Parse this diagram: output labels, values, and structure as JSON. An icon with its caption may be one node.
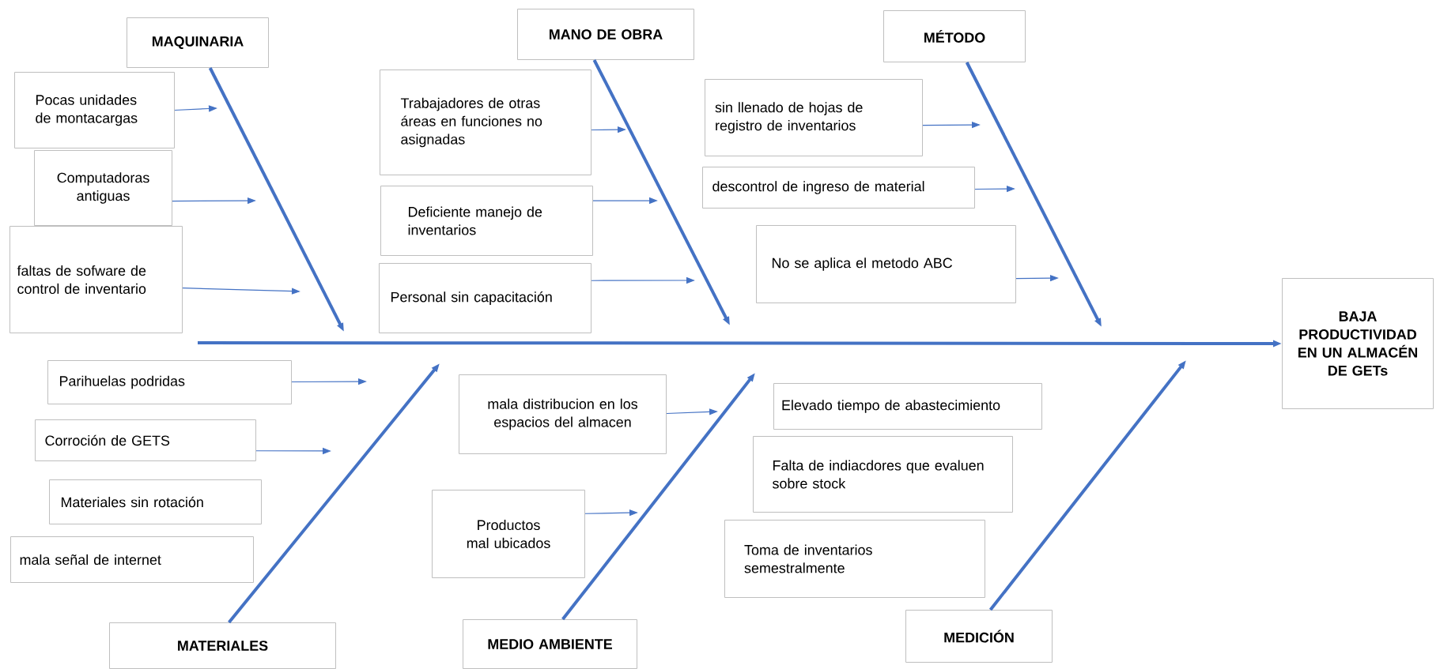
{
  "diagram": {
    "nodes": [
      {
        "text": [
          "MAQUINARIA"
        ]
      },
      {
        "text": [
          "Pocas unidades de montacargas"
        ]
      },
      {
        "text": [
          "Computadoras antiguas"
        ]
      },
      {
        "text": [
          "faltas de sofware de control de inventario"
        ]
      },
      {
        "text": [
          "MANO DE OBRA"
        ]
      },
      {
        "text": [
          "Trabajadores de otras áreas en funciones no asignadas"
        ]
      },
      {
        "text": [
          "Deficiente manejo de inventarios"
        ]
      },
      {
        "text": [
          "Personal sin capacitación"
        ]
      },
      {
        "text": [
          "MÉTODO"
        ]
      },
      {
        "text": [
          "sin llenado de hojas de registro de inventarios"
        ]
      },
      {
        "text": [
          "descontrol de ingreso de material"
        ]
      },
      {
        "text": [
          "No se aplica el metodo ABC"
        ]
      },
      {
        "text": [
          "BAJA PRODUCTIVIDAD EN UN ALMACÉN DE GETs"
        ]
      },
      {
        "text": [
          "Parihuelas podridas"
        ]
      },
      {
        "text": [
          "Corroción de GETS"
        ]
      },
      {
        "text": [
          "Materiales sin rotación"
        ]
      },
      {
        "text": [
          "mala señal de internet"
        ]
      },
      {
        "text": [
          "mala distribucion en los espacios del almacen"
        ]
      },
      {
        "text": [
          "Productos mal ubicados"
        ]
      },
      {
        "text": [
          "Elevado tiempo de abastecimiento"
        ]
      },
      {
        "text": [
          "Falta de indiacdores que evaluen sobre stock"
        ]
      },
      {
        "text": [
          "Toma de inventarios semestralmente"
        ]
      },
      {
        "text": [
          "MATERIALES"
        ]
      },
      {
        "text": [
          "MEDIO AMBIENTE"
        ]
      },
      {
        "text": [
          "MEDICIÓN"
        ]
      }
    ],
    "edges": [
      {
        "from": null,
        "to": 12,
        "arrow": "to",
        "style": "thick"
      },
      {
        "from": 0,
        "to": null,
        "arrow": "to",
        "style": "thick"
      },
      {
        "from": 4,
        "to": null,
        "arrow": "to",
        "style": "thick"
      },
      {
        "from": 8,
        "to": null,
        "arrow": "to",
        "style": "thick"
      },
      {
        "from": 22,
        "to": null,
        "arrow": "to",
        "style": "thick"
      },
      {
        "from": 23,
        "to": null,
        "arrow": "to",
        "style": "thick"
      },
      {
        "from": 24,
        "to": null,
        "arrow": "to",
        "style": "thick"
      },
      {
        "from": 1,
        "to": null,
        "arrow": "to"
      },
      {
        "from": 2,
        "to": null,
        "arrow": "to"
      },
      {
        "from": 3,
        "to": null,
        "arrow": "to"
      },
      {
        "from": 5,
        "to": null,
        "arrow": "to"
      },
      {
        "from": 6,
        "to": null,
        "arrow": "to"
      },
      {
        "from": 7,
        "to": null,
        "arrow": "to"
      },
      {
        "from": 9,
        "to": null,
        "arrow": "to"
      },
      {
        "from": 10,
        "to": null,
        "arrow": "to"
      },
      {
        "from": 11,
        "to": null,
        "arrow": "to"
      },
      {
        "from": 13,
        "to": null,
        "arrow": "to"
      },
      {
        "from": 14,
        "to": null,
        "arrow": "to"
      },
      {
        "from": 17,
        "to": null,
        "arrow": "to"
      },
      {
        "from": 18,
        "to": null,
        "arrow": "to"
      }
    ]
  }
}
